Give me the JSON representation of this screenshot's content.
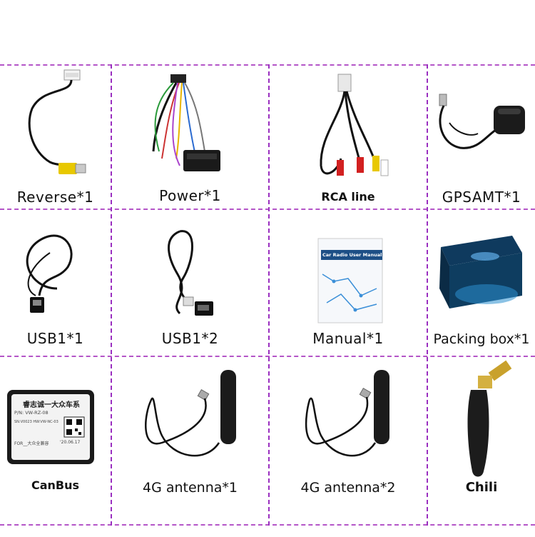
{
  "items": [
    {
      "label": "Reverse*1"
    },
    {
      "label": "Power*1"
    },
    {
      "label": "RCA line"
    },
    {
      "label": "GPSAMT*1"
    },
    {
      "label": "USB1*1"
    },
    {
      "label": "USB1*2"
    },
    {
      "label": "Manual*1"
    },
    {
      "label": "Packing box*1"
    },
    {
      "label": "CanBus"
    },
    {
      "label": "4G antenna*1"
    },
    {
      "label": "4G antenna*2"
    },
    {
      "label": "Chili"
    }
  ],
  "manual_cover": {
    "title": "Car Radio User Manual"
  },
  "canbus_box": {
    "line1": "睿志诚一大众车系",
    "line2": "P/N: VW-RZ-08",
    "line3": "SN:V0023 HW:VW-NC-03",
    "line4": "FOR__大众全兼容",
    "line5": "'20.06.17"
  },
  "colors": {
    "divider": "#b455c8",
    "accent_yellow": "#e8c800",
    "rca_red": "#d22020"
  }
}
